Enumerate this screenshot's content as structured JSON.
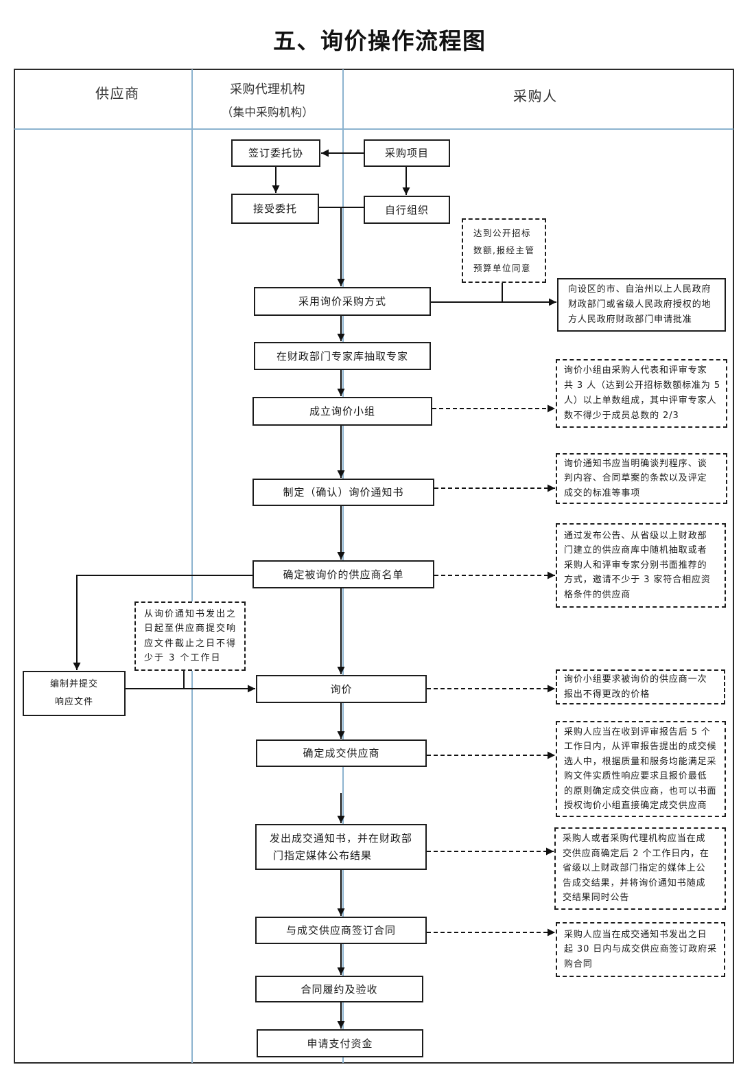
{
  "title": "五、询价操作流程图",
  "lanes": {
    "supplier": "供应商",
    "agency": "采购代理机构",
    "agency_sub": "（集中采购机构）",
    "purchaser": "采购人"
  },
  "nodes": {
    "sign_agreement": [
      "签订委托协"
    ],
    "purchase_project": [
      "采购项目"
    ],
    "accept_entrust": [
      "接受委托"
    ],
    "self_organize": [
      "自行组织"
    ],
    "tender_threshold_note": [
      "达到公开招标",
      "数额,报经主管",
      "预算单位同意"
    ],
    "adopt_inquiry": [
      "采用询价采购方式"
    ],
    "approval_request": [
      "向设区的市、自治州以上人民政府",
      "财政部门或省级人民政府授权的地",
      "方人民政府财政部门申请批准"
    ],
    "draw_experts": [
      "在财政部门专家库抽取专家"
    ],
    "panel_note": [
      "询价小组由采购人代表和评审专家",
      "共 3 人（达到公开招标数额标准为 5",
      "人）以上单数组成，其中评审专家人",
      "数不得少于成员总数的 2/3"
    ],
    "form_panel": [
      "成立询价小组"
    ],
    "notice_note": [
      "询价通知书应当明确谈判程序、谈",
      "判内容、合同草案的条款以及评定",
      "成交的标准等事项"
    ],
    "draft_notice": [
      "制定（确认）询价通知书"
    ],
    "supplier_list_note": [
      "通过发布公告、从省级以上财政部",
      "门建立的供应商库中随机抽取或者",
      "采购人和评审专家分别书面推荐的",
      "方式，邀请不少于 3 家符合相应资",
      "格条件的供应商"
    ],
    "supplier_list": [
      "确定被询价的供应商名单"
    ],
    "deadline_note": [
      "从询价通知书发出之",
      "日起至供应商提交响",
      "应文件截止之日不得",
      "少于 3 个工作日"
    ],
    "prepare_response": [
      "编制并提交",
      "响应文件"
    ],
    "inquiry": [
      "询价"
    ],
    "quote_note": [
      "询价小组要求被询价的供应商一次",
      "报出不得更改的价格"
    ],
    "determine_winner": [
      "确定成交供应商"
    ],
    "winner_note": [
      "采购人应当在收到评审报告后 5 个",
      "工作日内，从评审报告提出的成交候",
      "选人中，根据质量和服务均能满足采",
      "购文件实质性响应要求且报价最低",
      "的原则确定成交供应商，也可以书面",
      "授权询价小组直接确定成交供应商"
    ],
    "issue_notice": [
      "发出成交通知书，并在财政部",
      "门指定媒体公布结果"
    ],
    "publish_note": [
      "采购人或者采购代理机构应当在成",
      "交供应商确定后 2 个工作日内，在",
      "省级以上财政部门指定的媒体上公",
      "告成交结果，并将询价通知书随成",
      "交结果同时公告"
    ],
    "sign_contract": [
      "与成交供应商签订合同"
    ],
    "contract_note": [
      "采购人应当在成交通知书发出之日",
      "起 30 日内与成交供应商签订政府采",
      "购合同"
    ],
    "fulfill_accept": [
      "合同履约及验收"
    ],
    "request_payment": [
      "申请支付资金"
    ]
  },
  "colors": {
    "lane_divider": "#8cb3cf",
    "frame": "#2a2a2a",
    "ink": "#1c1c1c"
  }
}
